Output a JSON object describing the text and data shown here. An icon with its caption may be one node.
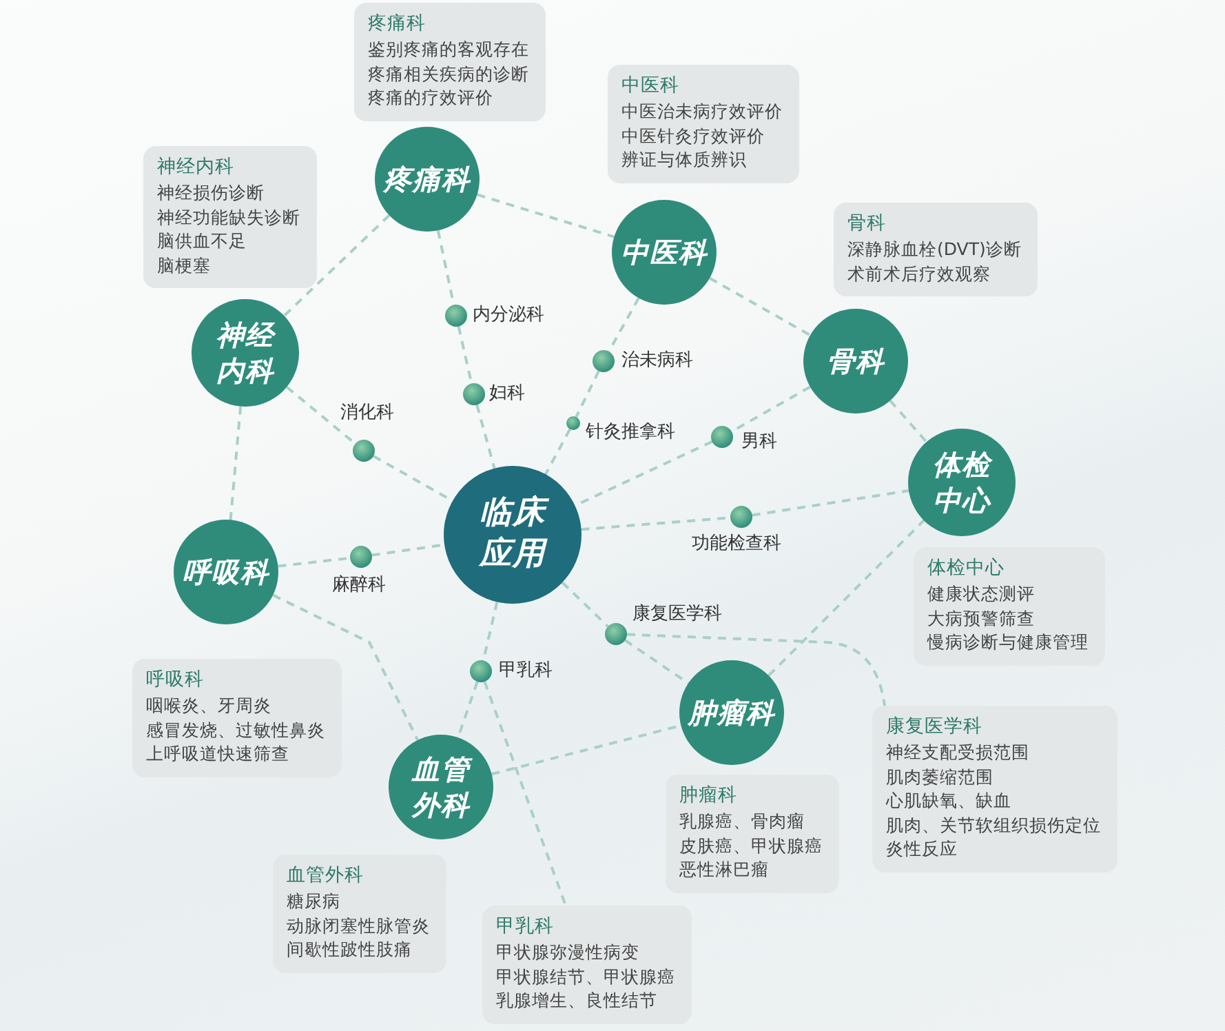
{
  "diagram": {
    "nodes": [
      {
        "text": [
          "疼痛科",
          "鉴别疼痛的客观存在",
          "疼痛相关疾病的诊断",
          "疼痛的疗效评价"
        ]
      },
      {
        "text": [
          "中医科",
          "中医治未病疗效评价",
          "中医针灸疗效评价",
          "辨证与体质辨识"
        ]
      },
      {
        "text": [
          "神经内科",
          "神经损伤诊断",
          "神经功能缺失诊断",
          "脑供血不足",
          "脑梗塞"
        ]
      },
      {
        "text": [
          "疼痛科"
        ]
      },
      {
        "text": [
          "骨科",
          "深静脉血栓(DVT)诊断",
          "术前术后疗效观察"
        ]
      },
      {
        "text": [
          "中医科"
        ]
      },
      {
        "text": [],
        "shape": "circle",
        "beside": [
          "内分泌科"
        ]
      },
      {
        "text": [
          "神经内科"
        ]
      },
      {
        "text": [],
        "shape": "circle",
        "beside": [
          "治未病科"
        ]
      },
      {
        "text": [
          "骨科"
        ]
      },
      {
        "text": [],
        "shape": "circle",
        "beside": [
          "妇科"
        ]
      },
      {
        "text": [],
        "shape": "circle",
        "beside": [
          "针灸推拿科"
        ]
      },
      {
        "text": [],
        "shape": "circle",
        "beside": [
          "男科"
        ]
      },
      {
        "text": [],
        "shape": "circle",
        "beside": [
          "消化科"
        ]
      },
      {
        "text": [
          "体检中心"
        ]
      },
      {
        "text": [],
        "shape": "circle",
        "beside": [
          "功能检查科"
        ]
      },
      {
        "text": [
          "临床应用"
        ]
      },
      {
        "text": [],
        "shape": "circle",
        "beside": [
          "麻醉科"
        ]
      },
      {
        "text": [
          "呼吸科"
        ]
      },
      {
        "text": [
          "体检中心",
          "健康状态测评",
          "大病预警筛查",
          "慢病诊断与健康管理"
        ]
      },
      {
        "text": [],
        "shape": "circle",
        "beside": [
          "康复医学科"
        ]
      },
      {
        "text": [
          "呼吸科",
          "咽喉炎、牙周炎",
          "感冒发烧、过敏性鼻炎",
          "上呼吸道快速筛查"
        ]
      },
      {
        "text": [],
        "shape": "circle",
        "beside": [
          "甲乳科"
        ]
      },
      {
        "text": [
          "肿瘤科"
        ]
      },
      {
        "text": [
          "康复医学科",
          "神经支配受损范围",
          "肌肉萎缩范围",
          "心肌缺氧、缺血",
          "肌肉、关节软组织损伤定位",
          "炎性反应"
        ]
      },
      {
        "text": [
          "血管外科"
        ]
      },
      {
        "text": [
          "肿瘤科",
          "乳腺癌、骨肉瘤",
          "皮肤癌、甲状腺癌",
          "恶性淋巴瘤"
        ]
      },
      {
        "text": [
          "血管外科",
          "糖尿病",
          "动脉闭塞性脉管炎",
          "间歇性跛性肢痛"
        ]
      },
      {
        "text": [
          "甲乳科",
          "甲状腺弥漫性病变",
          "甲状腺结节、甲状腺癌",
          "乳腺增生、良性结节"
        ]
      }
    ],
    "edges": [
      {
        "from": 3,
        "to": 5,
        "arrow": "none",
        "style": "dashed"
      },
      {
        "from": 3,
        "to": 7,
        "arrow": "none",
        "style": "dashed"
      },
      {
        "from": 3,
        "to": 6,
        "arrow": "none",
        "style": "dashed"
      },
      {
        "from": 6,
        "to": 10,
        "arrow": "none",
        "style": "dashed"
      },
      {
        "from": 10,
        "to": 16,
        "arrow": "none",
        "style": "dashed"
      },
      {
        "from": 5,
        "to": 8,
        "arrow": "none",
        "style": "dashed"
      },
      {
        "from": 8,
        "to": 11,
        "arrow": "none",
        "style": "dashed"
      },
      {
        "from": 11,
        "to": 16,
        "arrow": "none",
        "style": "dashed"
      },
      {
        "from": 5,
        "to": 9,
        "arrow": "none",
        "style": "dashed"
      },
      {
        "from": 9,
        "to": 12,
        "arrow": "none",
        "style": "dashed"
      },
      {
        "from": 12,
        "to": 16,
        "arrow": "none",
        "style": "dashed"
      },
      {
        "from": 9,
        "to": 14,
        "arrow": "none",
        "style": "dashed"
      },
      {
        "from": 16,
        "to": 15,
        "arrow": "none",
        "style": "dashed"
      },
      {
        "from": 15,
        "to": 14,
        "arrow": "none",
        "style": "dashed"
      },
      {
        "from": 7,
        "to": 13,
        "arrow": "none",
        "style": "dashed"
      },
      {
        "from": 13,
        "to": 16,
        "arrow": "none",
        "style": "dashed"
      },
      {
        "from": 7,
        "to": 18,
        "arrow": "none",
        "style": "dashed"
      },
      {
        "from": 18,
        "to": 17,
        "arrow": "none",
        "style": "dashed"
      },
      {
        "from": 17,
        "to": 16,
        "arrow": "none",
        "style": "dashed"
      },
      {
        "from": 18,
        "to": 25,
        "arrow": "none",
        "style": "dashed"
      },
      {
        "from": 16,
        "to": 20,
        "arrow": "none",
        "style": "dashed"
      },
      {
        "from": 20,
        "to": 23,
        "arrow": "none",
        "style": "dashed"
      },
      {
        "from": 20,
        "to": 24,
        "arrow": "none",
        "style": "dashed"
      },
      {
        "from": 16,
        "to": 22,
        "arrow": "none",
        "style": "dashed"
      },
      {
        "from": 22,
        "to": 25,
        "arrow": "none",
        "style": "dashed"
      },
      {
        "from": 22,
        "to": 28,
        "arrow": "none",
        "style": "dashed"
      },
      {
        "from": 25,
        "to": 23,
        "arrow": "none",
        "style": "dashed"
      },
      {
        "from": 23,
        "to": 14,
        "arrow": "none",
        "style": "dashed"
      }
    ]
  }
}
